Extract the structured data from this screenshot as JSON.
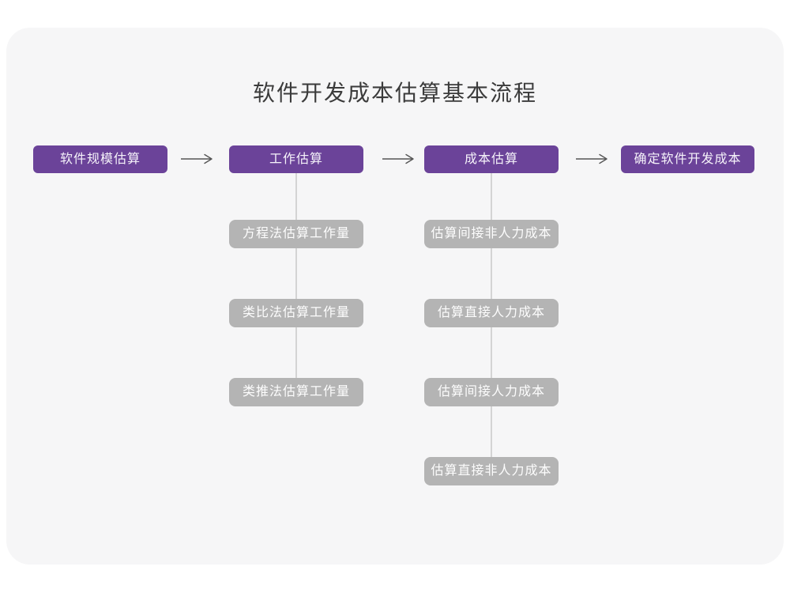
{
  "title": "软件开发成本估算基本流程",
  "colors": {
    "primary_box_bg": "#6b4399",
    "primary_box_text": "#f6f3fa",
    "sub_box_bg": "#b4b4b4",
    "sub_box_text": "#fdfdfd",
    "card_bg": "#f6f6f7",
    "page_bg": "#ffffff",
    "connector_line": "#d4d4d4",
    "arrow": "#555555",
    "title_text": "#3b3b3b"
  },
  "flow": {
    "steps": [
      {
        "label": "软件规模估算"
      },
      {
        "label": "工作估算"
      },
      {
        "label": "成本估算"
      },
      {
        "label": "确定软件开发成本"
      }
    ]
  },
  "sub_flows": {
    "work_estimation": {
      "parent": "工作估算",
      "items": [
        {
          "label": "方程法估算工作量"
        },
        {
          "label": "类比法估算工作量"
        },
        {
          "label": "类推法估算工作量"
        }
      ]
    },
    "cost_estimation": {
      "parent": "成本估算",
      "items": [
        {
          "label": "估算间接非人力成本"
        },
        {
          "label": "估算直接人力成本"
        },
        {
          "label": "估算间接人力成本"
        },
        {
          "label": "估算直接非人力成本"
        }
      ]
    }
  }
}
